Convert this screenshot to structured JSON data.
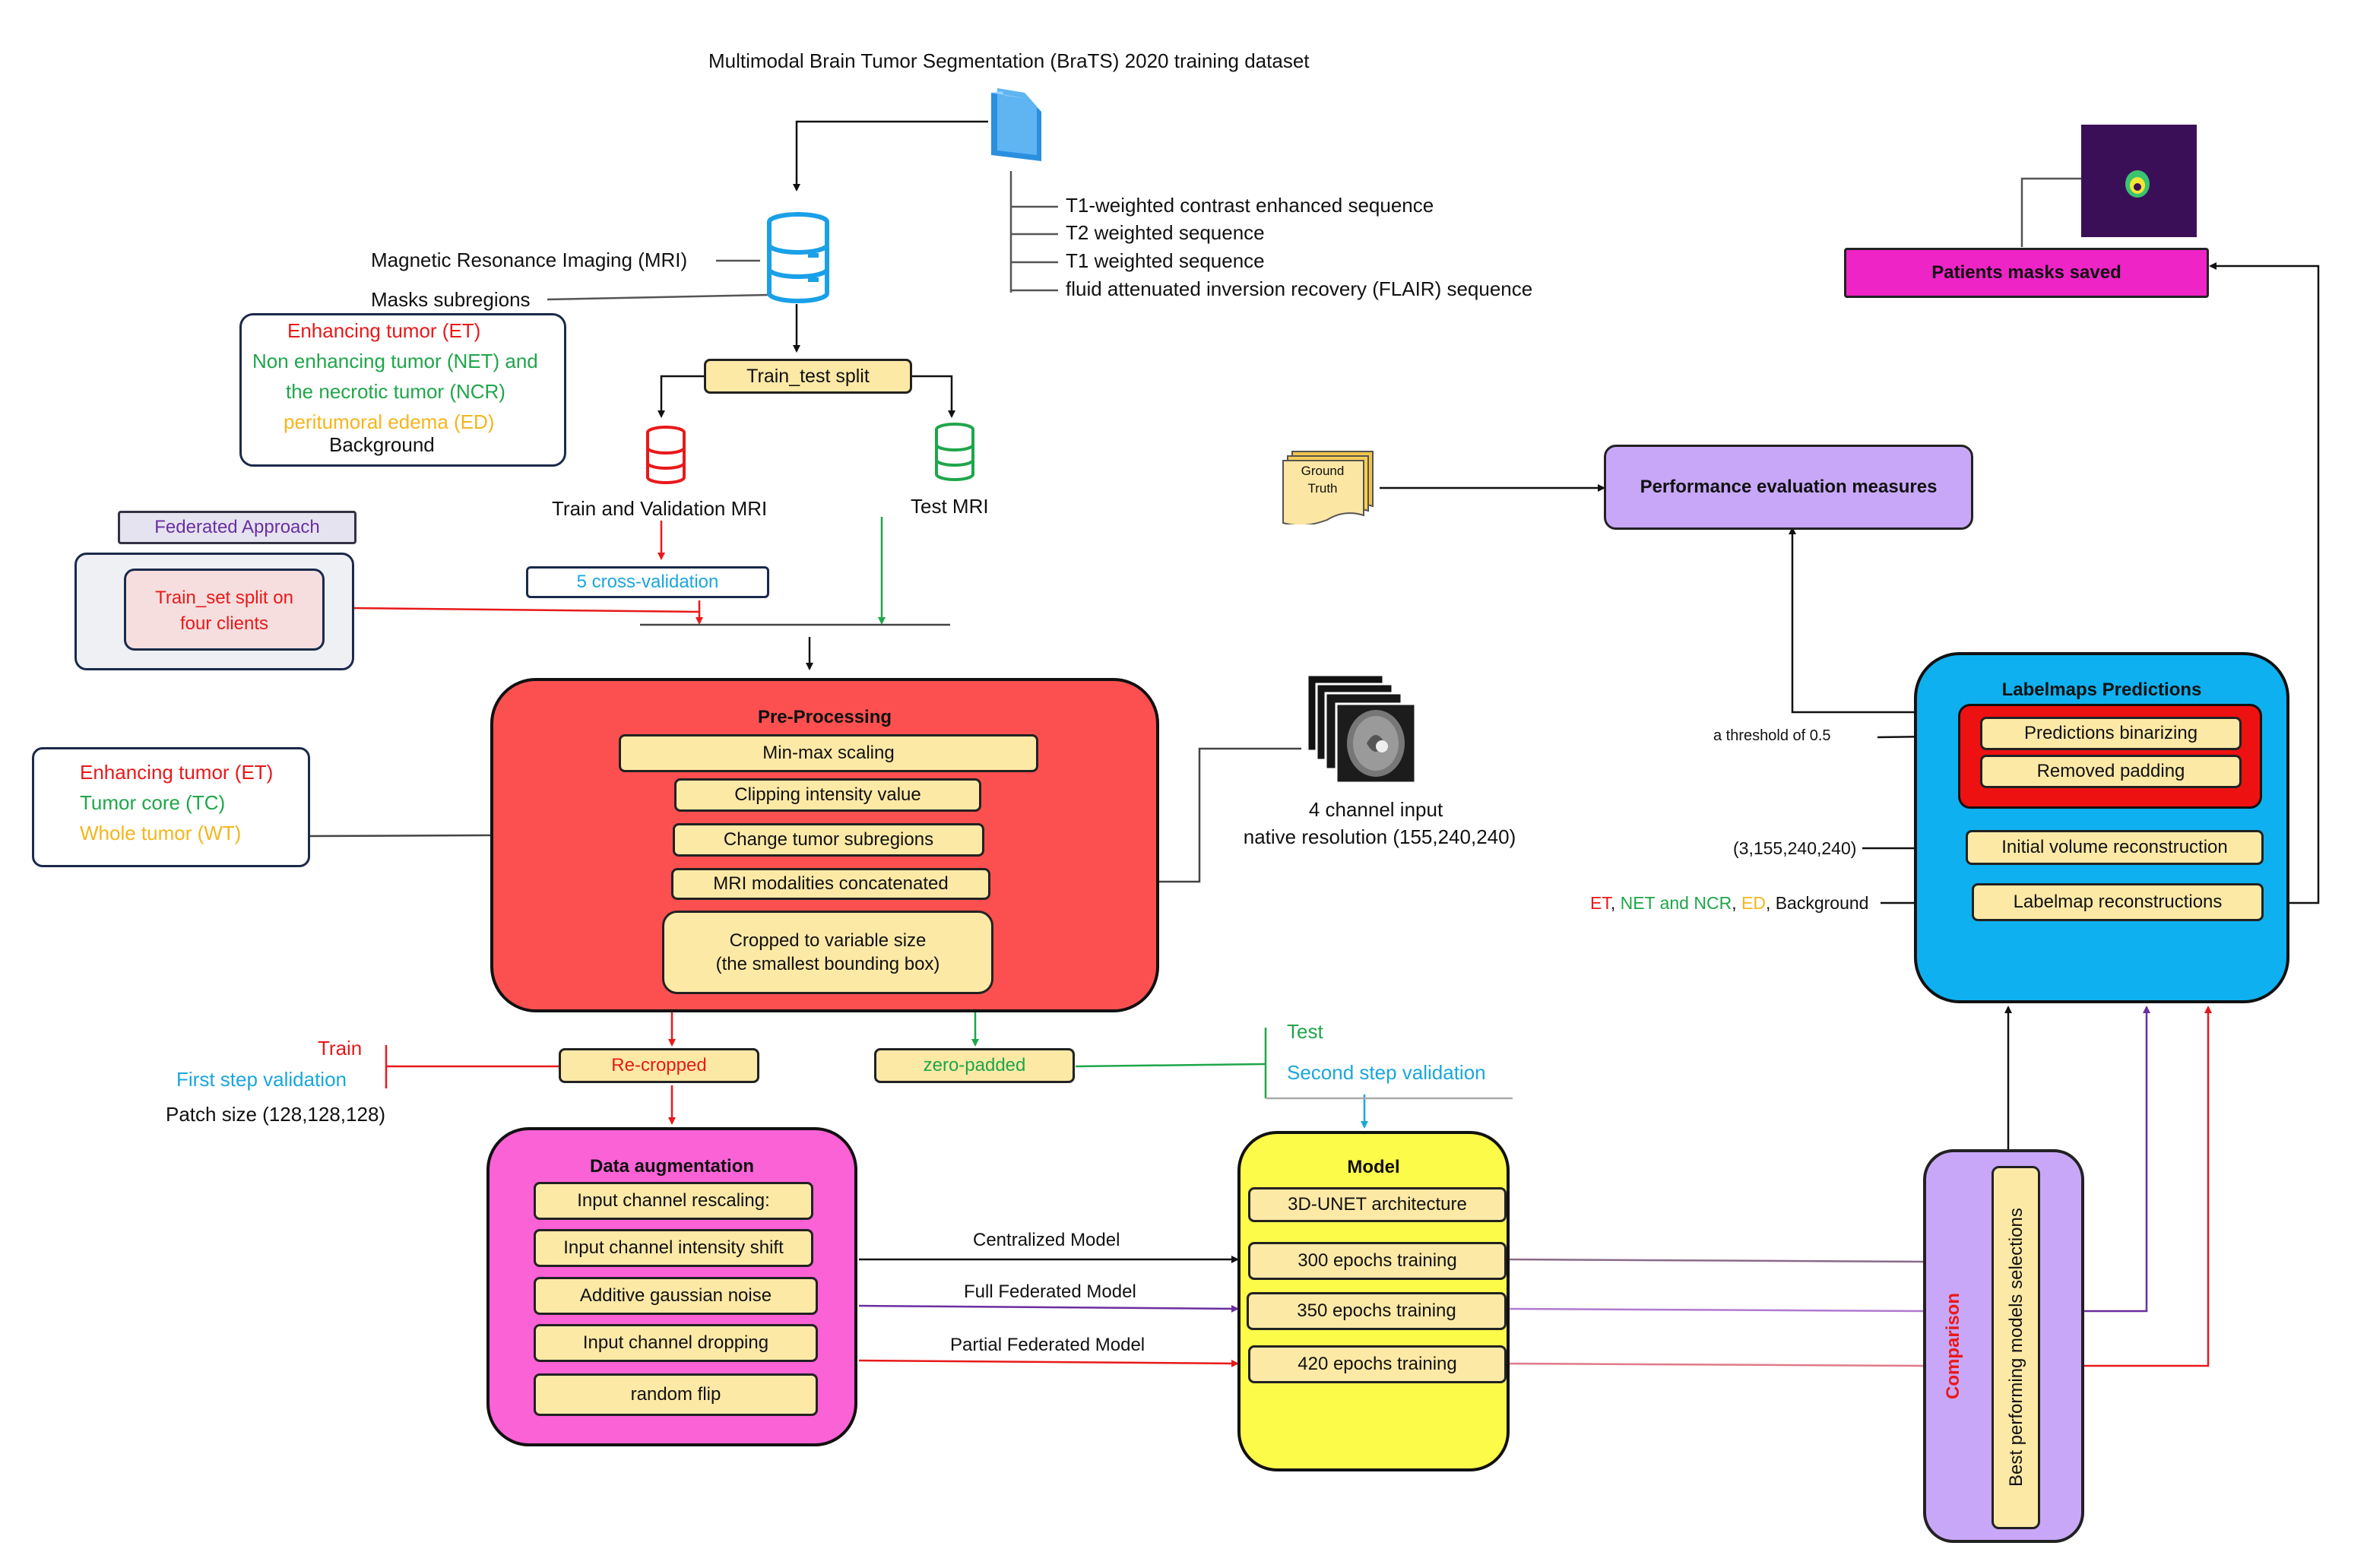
{
  "dataset": {
    "title": "Multimodal Brain Tumor Segmentation  (BraTS) 2020 training dataset",
    "sequences": [
      "T1-weighted contrast enhanced sequence",
      "T2 weighted sequence",
      "T1 weighted sequence",
      "fluid attenuated inversion recovery (FLAIR) sequence"
    ]
  },
  "mri": {
    "label": "Magnetic Resonance Imaging (MRI)",
    "masks_label": "Masks subregions",
    "subregions": [
      "Enhancing tumor (ET)",
      "Non enhancing tumor (NET) and",
      "the necrotic tumor (NCR)",
      "peritumoral edema (ED)",
      "Background"
    ]
  },
  "split": {
    "label": "Train_test split",
    "train_val": "Train and Validation MRI",
    "test": "Test MRI",
    "cv": "5 cross-validation"
  },
  "federated": {
    "title": "Federated Approach",
    "text_line1": "Train_set split on",
    "text_line2": "four clients"
  },
  "preprocessing": {
    "title": "Pre-Processing",
    "steps": [
      "Min-max scaling",
      "Clipping intensity value",
      "Change tumor subregions",
      "MRI modalities concatenated"
    ],
    "crop_line1": "Cropped to variable size",
    "crop_line2": "(the smallest bounding box)"
  },
  "regions_legend": [
    "Enhancing tumor (ET)",
    "Tumor core (TC)",
    "Whole tumor (WT)"
  ],
  "input": {
    "line1": "4 channel input",
    "line2": "native resolution (155,240,240)"
  },
  "train_branch": {
    "train": "Train",
    "first_val": "First step validation",
    "patch": "Patch size (128,128,128)",
    "recropped": "Re-cropped"
  },
  "test_branch": {
    "zero_padded": "zero-padded",
    "test": "Test",
    "second_val": "Second step validation"
  },
  "augmentation": {
    "title": "Data augmentation",
    "steps": [
      "Input channel rescaling:",
      "Input channel intensity shift",
      "Additive gaussian noise",
      "Input channel dropping",
      "random flip"
    ]
  },
  "model_links": [
    "Centralized Model",
    "Full Federated Model",
    "Partial Federated Model"
  ],
  "model": {
    "title": "Model",
    "arch": "3D-UNET architecture",
    "epochs": [
      "300 epochs training",
      "350 epochs training",
      "420 epochs training"
    ]
  },
  "comparison": {
    "label": "Comparison",
    "selection": "Best performing models selections"
  },
  "labelmaps": {
    "title": "Labelmaps Predictions",
    "binarize": "Predictions binarizing",
    "padding": "Removed padding",
    "volume": "Initial volume reconstruction",
    "labelmap": "Labelmap reconstructions",
    "threshold": "a threshold of 0.5",
    "shape": "(3,155,240,240)",
    "labels": [
      "ET",
      ", ",
      "NET and NCR",
      ", ",
      "ED",
      ", Background"
    ]
  },
  "ground_truth": {
    "line1": "Ground",
    "line2": "Truth"
  },
  "performance": "Performance evaluation measures",
  "patients": "Patients masks saved",
  "colors": {
    "preprocessing": "#fc5050",
    "augmentation": "#fb62d6",
    "model": "#fdfb4a",
    "labelmaps": "#0fb0ef",
    "comparison": "#c8a7f8",
    "performance": "#c8a7f8",
    "patients": "#ee24c6",
    "cream": "#fde9a6"
  }
}
